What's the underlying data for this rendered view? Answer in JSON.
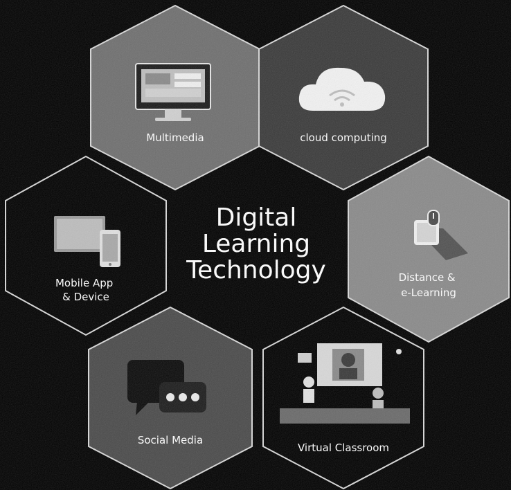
{
  "title": {
    "line1": "Digital",
    "line2": "Learning",
    "line3": "Technology"
  },
  "hexagons": [
    {
      "id": "multimedia",
      "label_lines": [
        "Multimedia"
      ],
      "icon": "monitor-icon",
      "fill": "#6f6f6f"
    },
    {
      "id": "cloud-computing",
      "label_lines": [
        "cloud computing"
      ],
      "icon": "cloud-icon",
      "fill": "#3a3a3a"
    },
    {
      "id": "mobile-app",
      "label_lines": [
        "Mobile App",
        "& Device"
      ],
      "icon": "devices-icon",
      "fill": "#000000"
    },
    {
      "id": "distance-elearning",
      "label_lines": [
        "Distance &",
        "e-Learning"
      ],
      "icon": "mouse-book-icon",
      "fill": "#8a8a8a"
    },
    {
      "id": "social-media",
      "label_lines": [
        "Social Media"
      ],
      "icon": "chat-bubble-icon",
      "fill": "#4a4a4a"
    },
    {
      "id": "virtual-classroom",
      "label_lines": [
        "Virtual Classroom"
      ],
      "icon": "classroom-icon",
      "fill": "#000000"
    }
  ],
  "colors": {
    "background": "#000000",
    "hex_border": "#d8d8d8",
    "text": "#ffffff"
  }
}
